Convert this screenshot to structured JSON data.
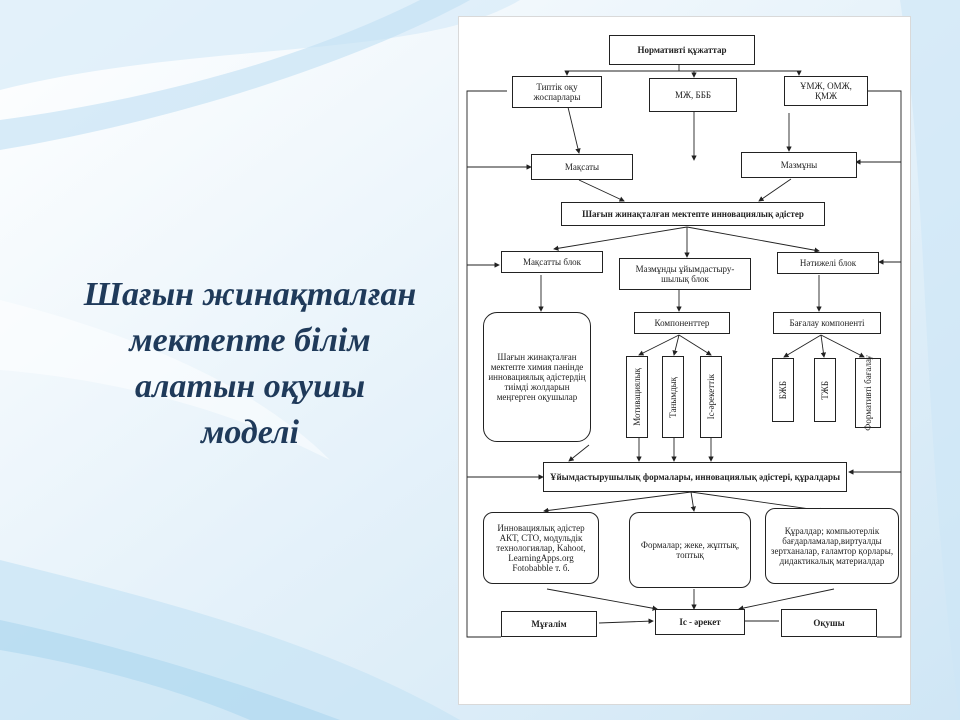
{
  "slide": {
    "title_lines": [
      "Шағын жинақталған",
      "мектепте білім",
      "алатын оқушы",
      "моделі"
    ]
  },
  "diagram": {
    "normative": "Нормативті құжаттар",
    "typical_plans": "Типтік оқу жоспарлары",
    "mzh_bbb": "МЖ, БББ",
    "umzh": "ҰМЖ, ОМЖ, ҚМЖ",
    "goals": "Мақсаты",
    "content": "Мазмұны",
    "innovation_methods": "Шағын жинақталған мектепте инновациялық әдістер",
    "goal_block": "Мақсатты блок",
    "content_block": "Мазмұнды ұйымдастыру-шылық блок",
    "result_block": "Нәтижелі блок",
    "student_model": "Шағын жинақталған мектепте химия пәнінде инновациялық әдістердің тиімді жолдарын меңгерген оқушылар",
    "components": "Компоненттер",
    "assessment_component": "Бағалау компоненті",
    "motivation": "Мотивациялық",
    "cognitive": "Танымдық",
    "activity": "Іс-әрекеттік",
    "bzhb": "БЖБ",
    "tzhb": "ТЖБ",
    "formative": "Формативті бағалау",
    "forms_methods": "Ұйымдастырушылық формалары, инновациялық әдістері, құралдары",
    "methods_list": "Инновациялық әдістер АКТ, СТО, модульдік технологиялар, Kahoot, LearningApps.org Fotobabble т. б.",
    "forms_list": "Формалар; жеке, жұптық, топтық",
    "tools_list": "Құралдар; компьютерлік бағдарламалар,виртуалды зертханалар, ғаламтор қорлары, дидактикалық материалдар",
    "teacher": "Мұғалім",
    "action": "Іс - әрекет",
    "student": "Оқушы"
  }
}
